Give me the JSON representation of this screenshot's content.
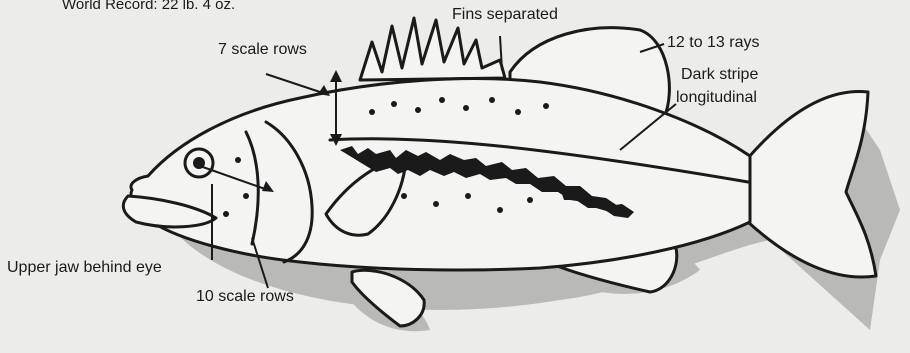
{
  "labels": {
    "world_record": "World Record: 22 lb. 4 oz.",
    "fins_separated": "Fins separated",
    "seven_scale_rows": "7 scale rows",
    "rays": "12 to 13 rays",
    "dark_stripe": "Dark stripe",
    "longitudinal": "longitudinal",
    "upper_jaw": "Upper jaw behind eye",
    "ten_scale_rows": "10 scale rows"
  },
  "colors": {
    "background": "#ececea",
    "ink": "#1a1a1a",
    "shadow": "#b8b8b6"
  }
}
